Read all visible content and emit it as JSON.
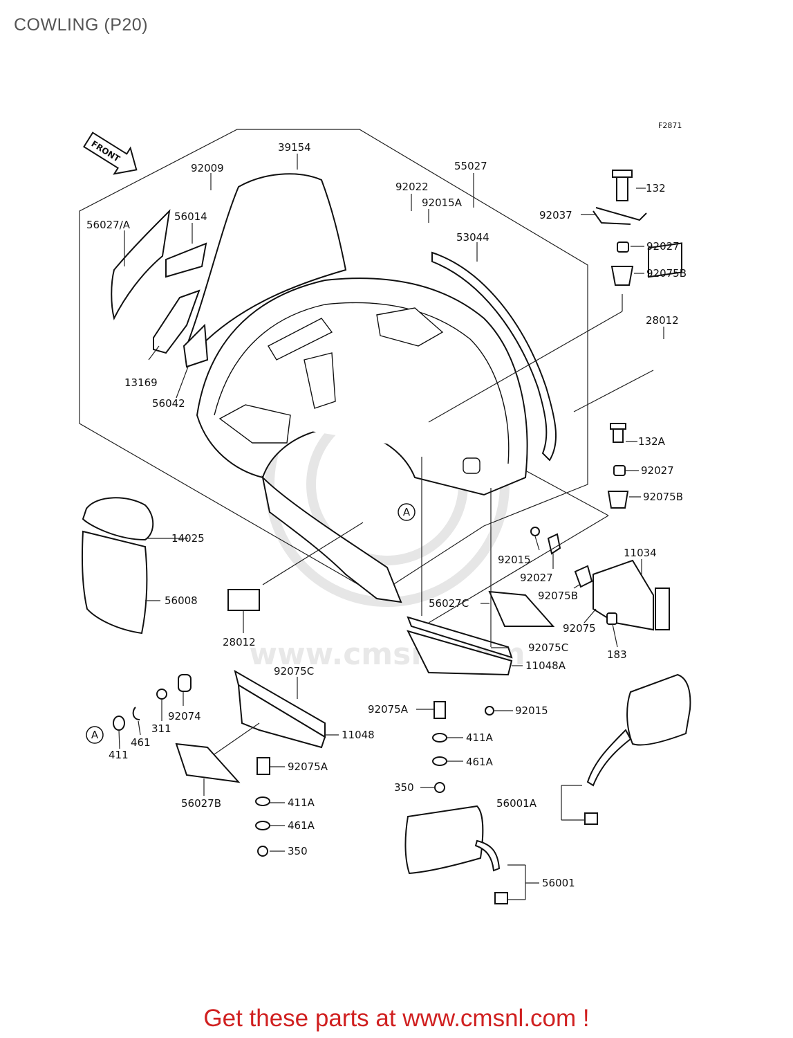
{
  "title": "COWLING (P20)",
  "figure_code": "F2871",
  "front_arrow_label": "FRONT",
  "ref_marker": "A",
  "watermark_text": "www.cmsnl.com",
  "footer": "Get these parts at www.cmsnl.com !",
  "accent_color": "#d02020",
  "part_labels": {
    "p39154": "39154",
    "p92009": "92009",
    "p55027": "55027",
    "p92022": "92022",
    "p92015A": "92015A",
    "p132": "132",
    "p92037": "92037",
    "p56027A": "56027/A",
    "p56014": "56014",
    "p53044": "53044",
    "p92027_top": "92027",
    "p92075B_top": "92075B",
    "p28012_right": "28012",
    "p13169": "13169",
    "p56042": "56042",
    "p132A": "132A",
    "p92027_mid": "92027",
    "p92075B_mid": "92075B",
    "p14025": "14025",
    "p11034": "11034",
    "p92015_mid": "92015",
    "p92027_low": "92027",
    "p92075B_low": "92075B",
    "p56008": "56008",
    "p56027C": "56027C",
    "p92075": "92075",
    "p28012_left": "28012",
    "p92075C_right": "92075C",
    "p183": "183",
    "p11048A": "11048A",
    "p92075C_left": "92075C",
    "p92074": "92074",
    "p311": "311",
    "p461": "461",
    "p411": "411",
    "p92075A_right": "92075A",
    "p92015_low": "92015",
    "p11048": "11048",
    "p411A_right": "411A",
    "p461A_right": "461A",
    "p92075A_left": "92075A",
    "p350_right": "350",
    "p56001A": "56001A",
    "p56027B": "56027B",
    "p411A_left": "411A",
    "p461A_left": "461A",
    "p350_left": "350",
    "p56001": "56001"
  }
}
